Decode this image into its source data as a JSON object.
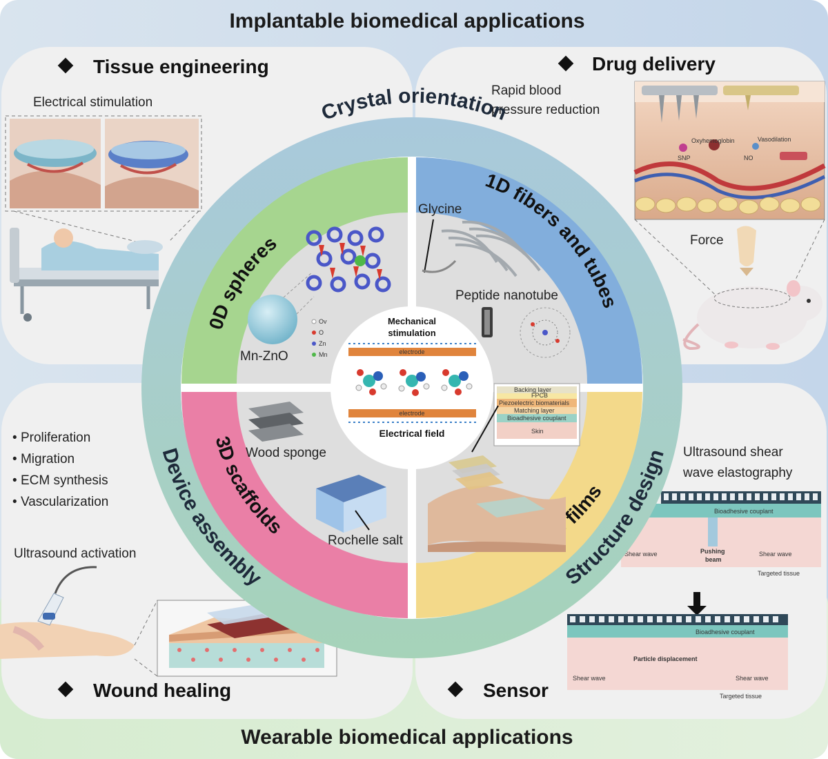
{
  "top_banner": "Implantable biomedical applications",
  "bottom_banner": "Wearable biomedical applications",
  "tissue": {
    "title": "Tissue engineering",
    "caption": "Electrical stimulation"
  },
  "drug": {
    "title": "Drug delivery",
    "caption_line1": "Rapid blood",
    "caption_line2": "pressure reduction",
    "force": "Force",
    "tiny_oxy": "Oxyhemoglobin",
    "tiny_vaso": "Vasodilation",
    "tiny_snp": "SNP",
    "tiny_no": "NO"
  },
  "wound": {
    "title": "Wound healing",
    "bullets": [
      "Proliferation",
      "Migration",
      "ECM synthesis",
      "Vascularization"
    ],
    "activation": "Ultrasound activation"
  },
  "sensor": {
    "title": "Sensor",
    "caption_line1": "Ultrasound shear",
    "caption_line2": "wave elastography",
    "couplant": "Bioadhesive couplant",
    "shear_left": "Shear wave",
    "shear_right": "Shear wave",
    "pushing": "Pushing",
    "beam": "beam",
    "targeted": "Targeted tissue",
    "particle": "Particle displacement",
    "shear_left2": "Shear wave",
    "shear_right2": "Shear wave",
    "targeted2": "Targeted tissue",
    "couplant2": "Bioadhesive couplant"
  },
  "ring": {
    "top": "Crystal orientation",
    "left": "Device assembly",
    "right": "Structure design"
  },
  "quadrants": {
    "q0d": "0D spheres",
    "q1d": "1D fibers and tubes",
    "q3d": "3D scaffolds",
    "q2d": "2D films"
  },
  "q0d": {
    "material": "Mn-ZnO",
    "legend": [
      "Ov",
      "O",
      "Zn",
      "Mn"
    ]
  },
  "q1d": {
    "glycine": "Glycine",
    "peptide": "Peptide nanotube"
  },
  "q3d": {
    "wood": "Wood sponge",
    "rochelle": "Rochelle salt"
  },
  "q2d": {
    "layers": [
      "Backing layer",
      "FPCB",
      "Piezoelectric biomaterials",
      "Matching layer",
      "Bioadhesive couplant",
      "Skin"
    ]
  },
  "center": {
    "top_line1": "Mechanical",
    "top_line2": "stimulation",
    "bottom": "Electrical field",
    "electrode_top": "electrode",
    "electrode_bottom": "electrode"
  },
  "colors": {
    "banner_top": "#c9d8ea",
    "banner_bottom": "#d9ecd2",
    "outer_ring": "#9fc4d6",
    "q0d_band": "#a6d58f",
    "q1d_band": "#82aedc",
    "q3d_band": "#ea7fa6",
    "q2d_band": "#f3d98a",
    "panel": "#f0f0f0",
    "electrode": "#e0843c"
  }
}
